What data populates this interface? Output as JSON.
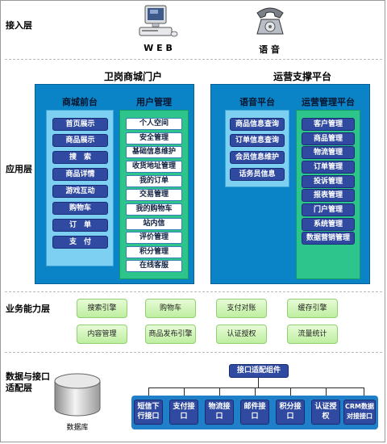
{
  "layers": {
    "access": "接入层",
    "app": "应用层",
    "business": "业务能力层",
    "data": "数据与接口\n适配层"
  },
  "access": {
    "web_label": "W E B",
    "voice_label": "语 音"
  },
  "app": {
    "left_title": "卫岗商城门户",
    "right_title": "运营支撑平台",
    "columns": [
      {
        "title": "商城前台",
        "items": [
          "首页展示",
          "商品展示",
          "搜　索",
          "商品详情",
          "游戏互动",
          "购物车",
          "订　单",
          "支　付"
        ]
      },
      {
        "title": "用户管理",
        "items": [
          "个人空间",
          "安全管理",
          "基础信息维护",
          "收货地址管理",
          "我的订单",
          "交易管理",
          "我的购物车",
          "站内信",
          "评价管理",
          "积分管理",
          "在线客服"
        ]
      },
      {
        "title": "语音平台",
        "items": [
          "商品信息查询",
          "订单信息查询",
          "会员信息维护",
          "话务员信息"
        ]
      },
      {
        "title": "运营管理平台",
        "items": [
          "客户管理",
          "商品管理",
          "物流管理",
          "订单管理",
          "投诉管理",
          "报表管理",
          "门户管理",
          "系统管理",
          "数据营销管理"
        ]
      }
    ]
  },
  "business": {
    "row1": [
      "搜索引擎",
      "购物车",
      "支付对账",
      "缓存引擎"
    ],
    "row2": [
      "内容管理",
      "商品发布引擎",
      "认证授权",
      "流量统计"
    ]
  },
  "data": {
    "database_label": "数据库",
    "adapter": "接口适配组件",
    "interfaces": [
      "短信下\n行接口",
      "支付接\n口",
      "物流接\n口",
      "邮件接\n口",
      "积分接\n口",
      "认证授\n权",
      "CRM数据\n对接接口"
    ]
  },
  "icons": [
    "computer-icon",
    "telephone-icon",
    "database-icon"
  ],
  "colors": {
    "panel": "#0a84c6",
    "light_column": "#7dd0f2",
    "green_column": "#2dc58b",
    "button": "#2f4aa0",
    "business_box": "#c8f0ae"
  }
}
